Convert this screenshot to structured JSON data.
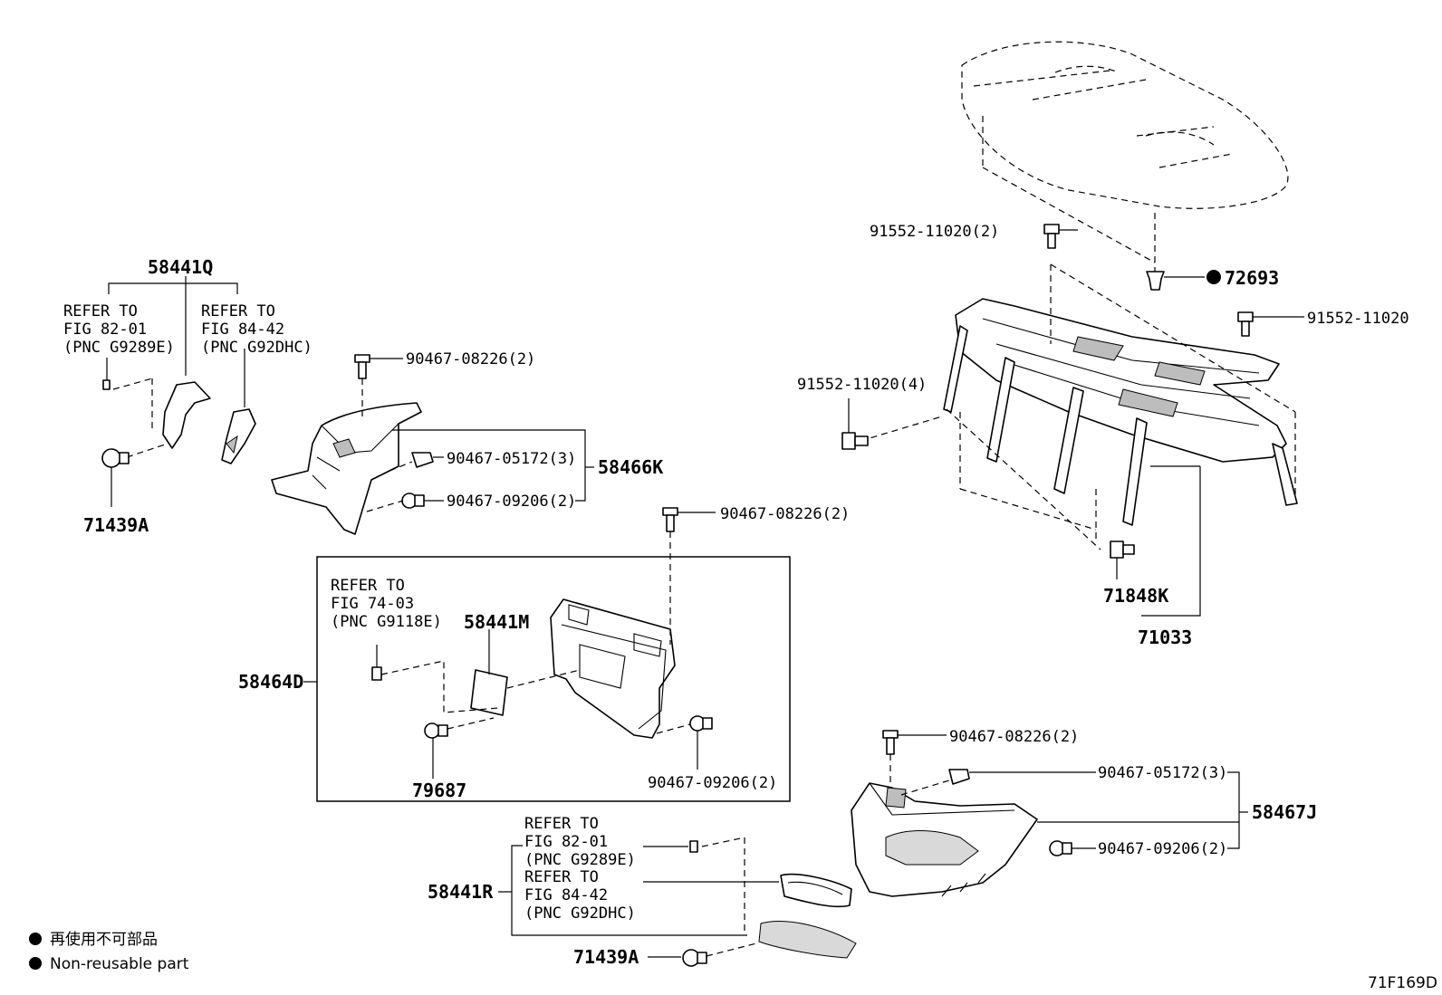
{
  "diagram_code": "71F169D",
  "legend": {
    "non_reusable_jp": "再使用不可部品",
    "non_reusable_en": "Non-reusable part"
  },
  "labels": {
    "p58441Q": "58441Q",
    "refer_a_1": "REFER TO",
    "refer_a_2": "FIG 82-01",
    "refer_a_3": "(PNC G9289E)",
    "refer_b_1": "REFER TO",
    "refer_b_2": "FIG 84-42",
    "refer_b_3": "(PNC G92DHC)",
    "p71439A_left": "71439A",
    "p90467_08226_a": "90467-08226(2)",
    "p90467_05172_a": "90467-05172(3)",
    "p90467_09206_a": "90467-09206(2)",
    "p58466K": "58466K",
    "p90467_08226_b": "90467-08226(2)",
    "refer_c_1": "REFER TO",
    "refer_c_2": "FIG 74-03",
    "refer_c_3": "(PNC G9118E)",
    "p58441M": "58441M",
    "p58464D": "58464D",
    "p79687": "79687",
    "p90467_09206_b": "90467-09206(2)",
    "p91552_11020_2": "91552-11020(2)",
    "p72693": "72693",
    "p91552_11020": "91552-11020",
    "p91552_11020_4": "91552-11020(4)",
    "p71848K": "71848K",
    "p71033": "71033",
    "p90467_08226_c": "90467-08226(2)",
    "p90467_05172_b": "90467-05172(3)",
    "p58467J": "58467J",
    "p90467_09206_c": "90467-09206(2)",
    "refer_d_1": "REFER TO",
    "refer_d_2": "FIG 82-01",
    "refer_d_3": "(PNC G9289E)",
    "refer_e_1": "REFER TO",
    "refer_e_2": "FIG 84-42",
    "refer_e_3": "(PNC G92DHC)",
    "p58441R": "58441R",
    "p71439A_bottom": "71439A"
  }
}
